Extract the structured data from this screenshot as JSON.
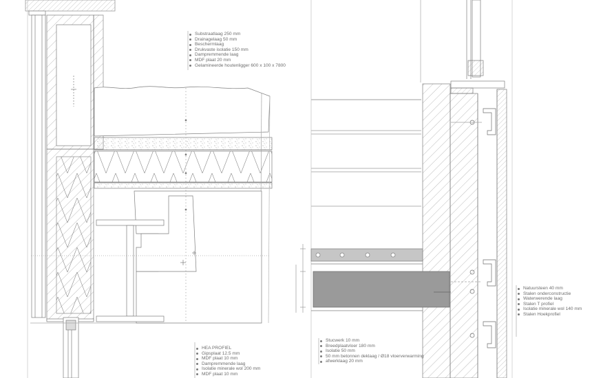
{
  "legends": {
    "roof": {
      "items": [
        "Substraatlaag 250 mm",
        "Drainagelaag 50 mm",
        "Beschermlaag",
        "Drukvaste isolatie 150 mm",
        "Dampremmende laag",
        "MDF plaat 20 mm",
        "Gelamineerde houtenligger 600 x 100 x 7800"
      ]
    },
    "wall": {
      "items": [
        "HEA PROFIEL",
        "Gipsplaat 12.5 mm",
        "MDF plaat 10 mm",
        "Dampremmende laag",
        "Isolatie minerale wol 200 mm",
        "MDF plaat 10 mm"
      ]
    },
    "floor": {
      "items": [
        "Stucwerk 10 mm",
        "Breedplaatvloer 180 mm",
        "Isolatie 50 mm",
        "50 mm betonnen deklaag / Ø18 vloerverwarming",
        "afwerklaag 20 mm"
      ]
    },
    "facade": {
      "items": [
        "Natuursteen 40 mm",
        "Stalen onderconstructie",
        "Waterwerende laag",
        "Stalen T profiel",
        "Isolatie minerale wol 140 mm",
        "Stalen Hoekprofiel"
      ]
    }
  },
  "colors": {
    "line": "#7d7d7d",
    "light_line": "#b5b5b5",
    "concrete_fill": "#9a9a9a",
    "slab_fill": "#c6c6c6"
  }
}
